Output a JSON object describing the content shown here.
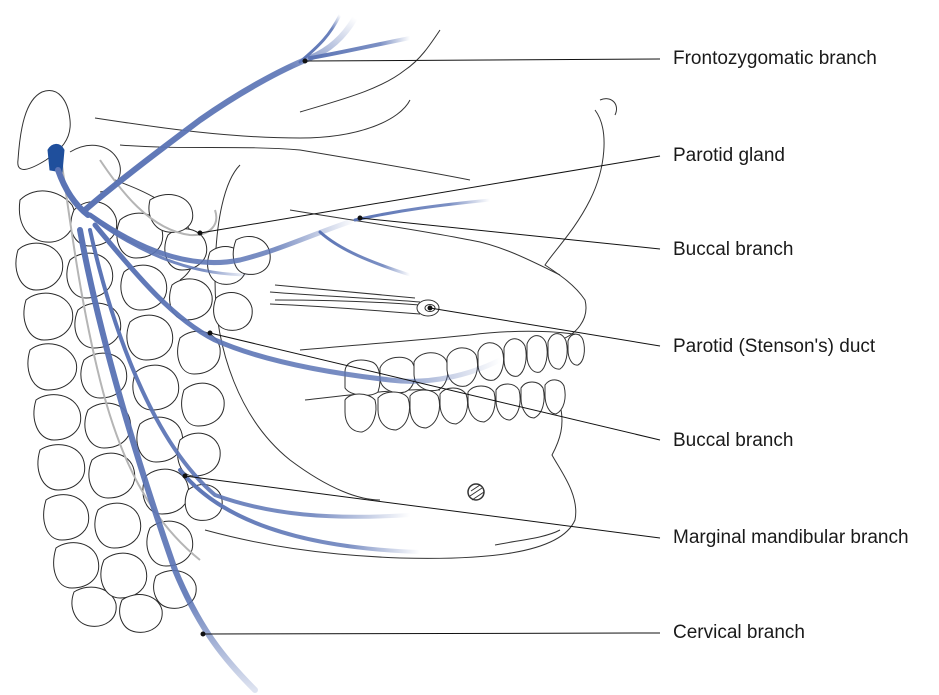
{
  "labels": {
    "frontozygomatic": "Frontozygomatic branch",
    "parotid_gland": "Parotid gland",
    "buccal_upper": "Buccal branch",
    "parotid_duct": "Parotid (Stenson's) duct",
    "buccal_lower": "Buccal branch",
    "marginal_mandibular": "Marginal mandibular branch",
    "cervical": "Cervical branch"
  },
  "colors": {
    "nerve": "#5b74b5",
    "nerve_dark": "#1f4f9c",
    "outline": "#222222",
    "leader": "#111111"
  }
}
